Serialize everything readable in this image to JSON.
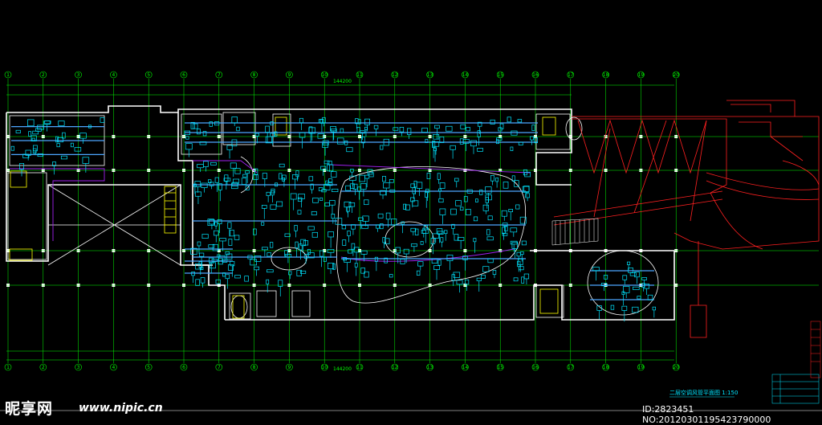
{
  "drawing": {
    "title": "二层空调风管平面图 1:150",
    "grid_column_labels": [
      "1",
      "2",
      "3",
      "4",
      "5",
      "6",
      "7",
      "8",
      "9",
      "10",
      "11",
      "12",
      "13",
      "14",
      "15",
      "16",
      "17",
      "18",
      "19",
      "20"
    ],
    "overall_dimension_top": "144200",
    "overall_dimension_bottom": "144200",
    "colors": {
      "background": "#000000",
      "grid": "#00ff00",
      "walls": "#ffffff",
      "ducts": "#00e5ff",
      "ducts_secondary": "#4da6ff",
      "annex": "#ff2020",
      "purple": "#a020f0",
      "yellow": "#ffff00"
    }
  },
  "watermark": {
    "logo": "昵享网",
    "url": "www.nipic.cn",
    "id": "ID:2823451 NO:20120301195423790000"
  }
}
